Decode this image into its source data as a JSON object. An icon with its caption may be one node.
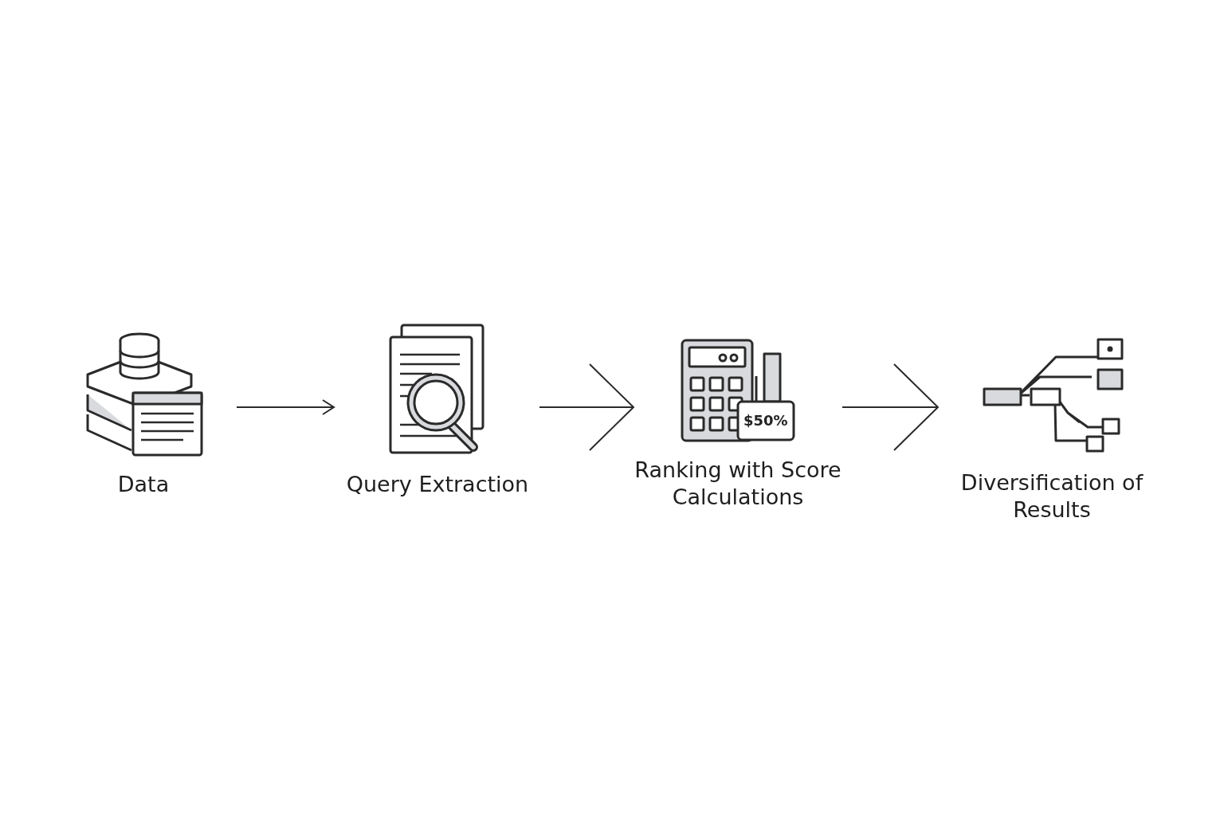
{
  "diagram": {
    "nodes": [
      {
        "text": [
          "Data"
        ]
      },
      {
        "text": [
          "Query Extraction"
        ]
      },
      {
        "text": [
          "Ranking with Score Calculations"
        ]
      },
      {
        "text": [
          "Diversification of Results"
        ]
      }
    ],
    "edges": [
      {
        "from": 0,
        "to": 1,
        "arrow": "to"
      },
      {
        "from": 1,
        "to": 2,
        "arrow": "to"
      },
      {
        "from": 2,
        "to": 3,
        "arrow": "to"
      }
    ],
    "labels": [
      "$50%"
    ]
  }
}
